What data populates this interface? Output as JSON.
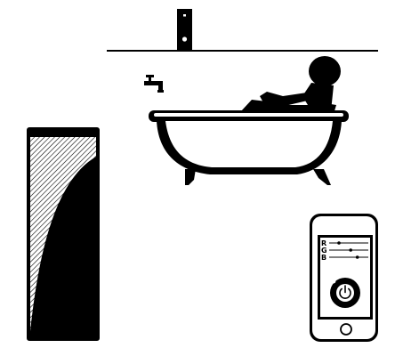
{
  "scene": {
    "colors": {
      "ink": "#000000",
      "paper": "#ffffff"
    },
    "icons": [
      "ceiling-light-icon",
      "water-faucet-icon",
      "person-in-bathtub-icon",
      "bathtub-icon",
      "light-panel-icon",
      "smartphone-icon",
      "power-icon"
    ]
  },
  "phone_app": {
    "sliders": [
      {
        "label": "R",
        "value": 0.25
      },
      {
        "label": "G",
        "value": 0.55
      },
      {
        "label": "B",
        "value": 0.72
      }
    ],
    "power_button": {
      "icon": "power-icon"
    }
  }
}
